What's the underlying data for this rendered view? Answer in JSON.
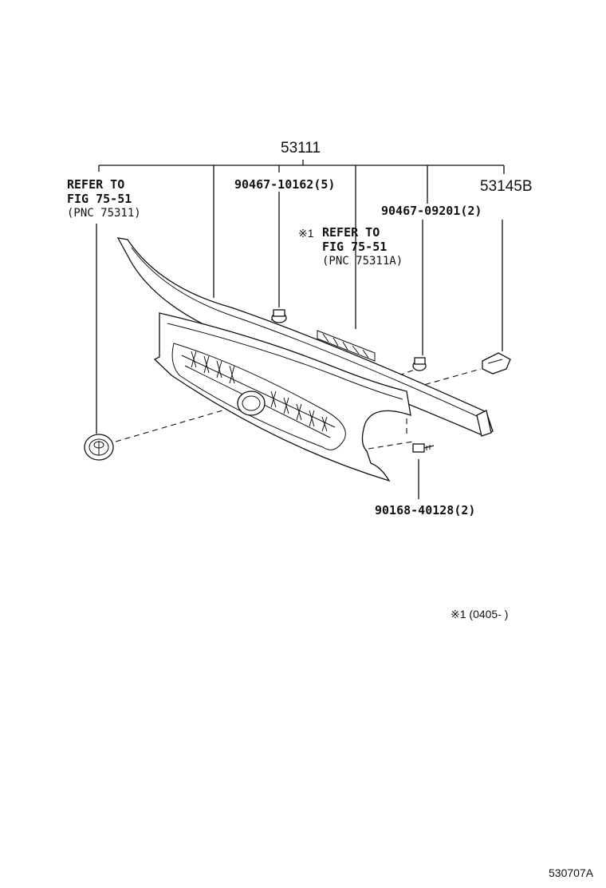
{
  "parts": {
    "grille_assembly": "53111",
    "clip_upper": "90467-10162(5)",
    "clip_right": "90467-09201(2)",
    "retainer": "53145B",
    "screw": "90168-40128(2)"
  },
  "refer_left": {
    "line1": "REFER TO",
    "line2": "FIG 75-51",
    "line3": "(PNC 75311)"
  },
  "refer_center": {
    "mark": "※1",
    "line1": "REFER TO",
    "line2": "FIG 75-51",
    "line3": "(PNC 75311A)"
  },
  "footnote": "※1 (0405-      )",
  "figure_code": "530707A",
  "icons": {
    "grille": "radiator-grille-icon",
    "emblem": "toyota-emblem-icon",
    "badge": "hiace-badge-icon",
    "clip": "clip-icon",
    "screw": "screw-icon",
    "retainer": "retainer-icon"
  }
}
